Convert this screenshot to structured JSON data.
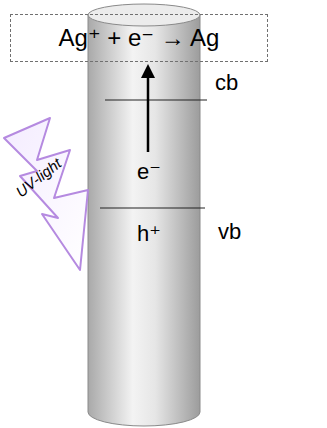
{
  "diagram": {
    "nodes": [
      {
        "text": [
          "Ag⁺ + e⁻ → Ag"
        ]
      }
    ],
    "labels": [
      "cb",
      "UV-light",
      "e⁻",
      "vb",
      "h⁺"
    ]
  }
}
